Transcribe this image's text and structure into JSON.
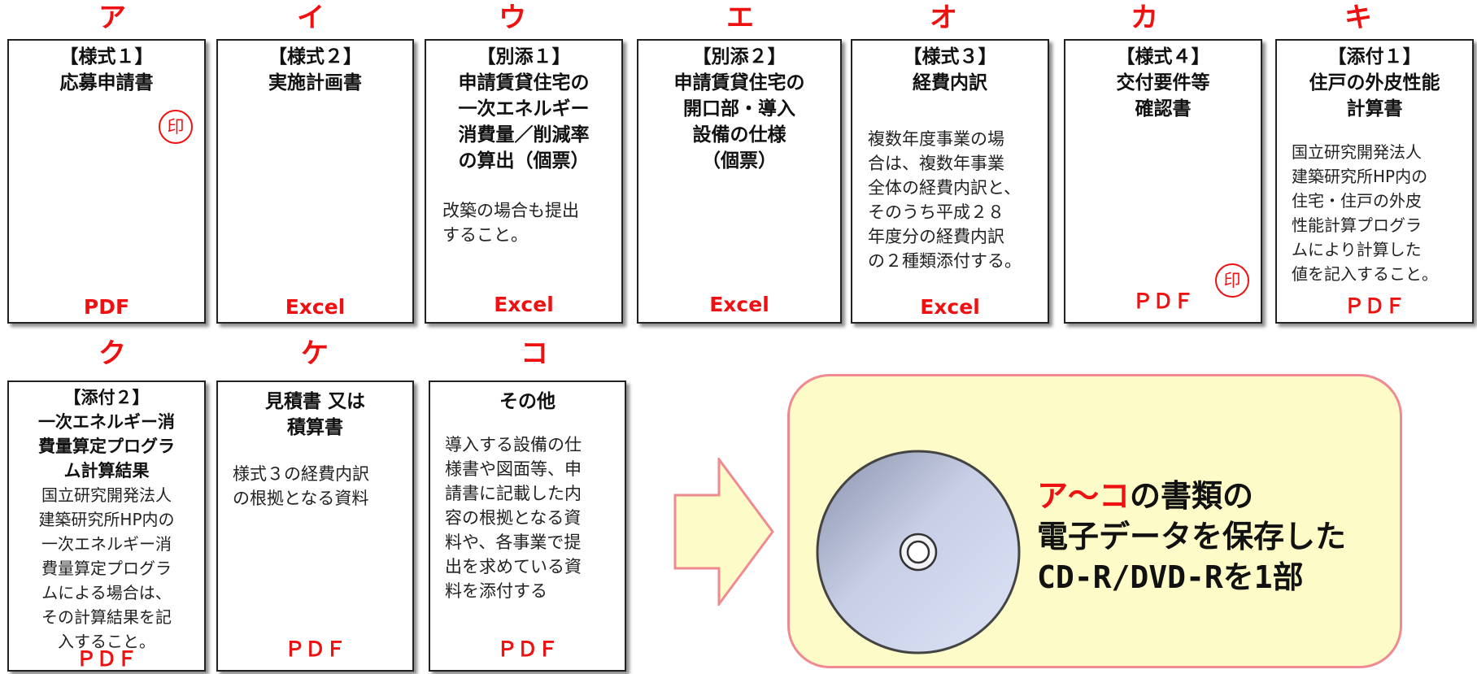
{
  "cards": [
    {
      "letter": "ア",
      "title": "【様式１】\n応募申請書",
      "body": "",
      "format": "PDF",
      "stamp": "印"
    },
    {
      "letter": "イ",
      "title": "【様式２】\n実施計画書",
      "body": "",
      "format": "Excel"
    },
    {
      "letter": "ウ",
      "title": "【別添１】\n申請賃貸住宅の\n一次エネルギー\n消費量／削減率\nの算出（個票）",
      "body": "改築の場合も提出\nすること。",
      "format": "Excel"
    },
    {
      "letter": "エ",
      "title": "【別添２】\n申請賃貸住宅の\n開口部・導入\n設備の仕様\n（個票）",
      "body": "",
      "format": "Excel"
    },
    {
      "letter": "オ",
      "title": "【様式３】\n経費内訳",
      "body": "複数年度事業の場\n合は、複数年事業\n全体の経費内訳と、\nそのうち平成２８\n年度分の経費内訳\nの２種類添付する。",
      "format": "Excel"
    },
    {
      "letter": "カ",
      "title": "【様式４】\n交付要件等\n確認書",
      "body": "",
      "format": "ＰＤＦ",
      "stamp": "印"
    },
    {
      "letter": "キ",
      "title": "【添付１】\n住戸の外皮性能\n計算書",
      "body": "国立研究開発法人\n建築研究所HP内の\n住宅・住戸の外皮\n性能計算プログラ\nムにより計算した\n値を記入すること。",
      "format": "ＰＤＦ"
    },
    {
      "letter": "ク",
      "title": "【添付２】\n一次エネルギー消\n費量算定プログラ\nム計算結果",
      "body": "国立研究開発法人\n建築研究所HP内の\n一次エネルギー消\n費量算定プログラ\nムによる場合は、\nその計算結果を記\n入すること。",
      "format": "ＰＤＦ"
    },
    {
      "letter": "ケ",
      "title": "見積書 又は\n積算書",
      "body": "様式３の経費内訳\nの根拠となる資料",
      "format": "ＰＤＦ"
    },
    {
      "letter": "コ",
      "title": "その他",
      "body": "導入する設備の仕\n様書や図面等、申\n請書に記載した内\n容の根拠となる資\n料や、各事業で提\n出を求めている資\n料を添付する",
      "format": "ＰＤＦ"
    }
  ],
  "summary": {
    "range": "ア～コ",
    "line1_suffix": "の書類の",
    "line2": "電子データを保存した",
    "line3": "CD-R/DVD-Rを1部"
  },
  "colors": {
    "accent_red": "#ee1111",
    "cd_box_fill": "#fdfbc7",
    "cd_box_border": "#ef8a92",
    "arrow_fill": "#fdfbc7",
    "arrow_border": "#ef8a92"
  },
  "icons": {
    "stamp": "seal-icon",
    "arrow": "right-arrow-icon",
    "disc": "cd-disc-icon"
  }
}
